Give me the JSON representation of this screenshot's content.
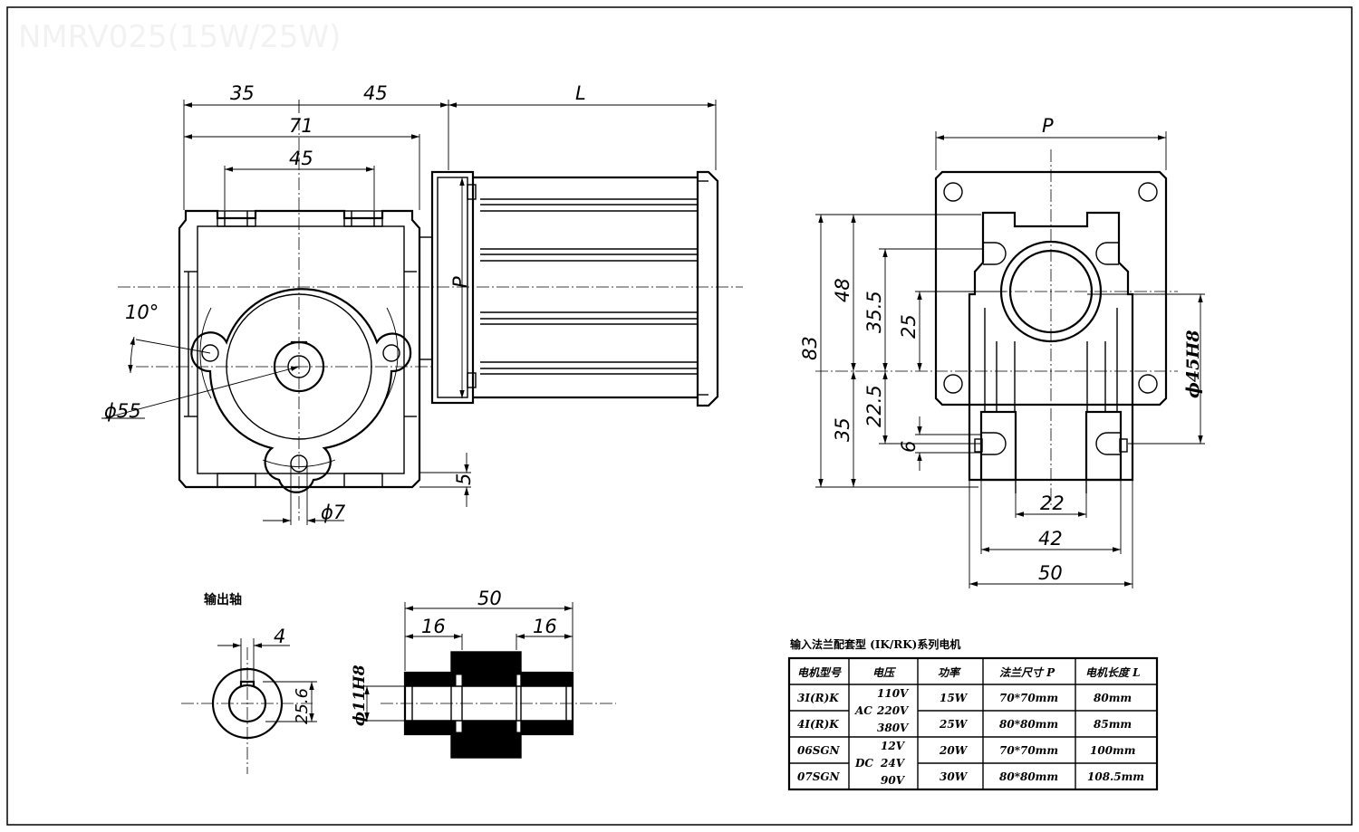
{
  "watermark_title": "NMRV025(15W/25W)",
  "front_view": {
    "dims": {
      "d35": "35",
      "d45_top": "45",
      "dL": "L",
      "d71": "71",
      "d45_inner": "45",
      "dP": "P",
      "angle": "10°",
      "dia55": "ϕ55",
      "dia7": "ϕ7",
      "d5": "5"
    }
  },
  "side_view": {
    "dims": {
      "dP": "P",
      "d48": "48",
      "d83": "83",
      "d35_5": "35.5",
      "d25": "25",
      "d22_5": "22.5",
      "d35": "35",
      "d6": "6",
      "d22": "22",
      "d42": "42",
      "d50": "50",
      "bore": "ϕ45H8"
    }
  },
  "shaft": {
    "title": "输出轴",
    "dims": {
      "d4": "4",
      "d25_6": "25.6",
      "bore": "ϕ11H8",
      "d50": "50",
      "d16a": "16",
      "d16b": "16"
    }
  },
  "motor_table": {
    "title": "输入法兰配套型 (IK/RK)系列电机",
    "headers": [
      "电机型号",
      "电压",
      "功率",
      "法兰尺寸 P",
      "电机长度 L"
    ],
    "rows": [
      {
        "model": "3I(R)K",
        "power": "15W",
        "flange": "70*70mm",
        "length": "80mm"
      },
      {
        "model": "4I(R)K",
        "power": "25W",
        "flange": "80*80mm",
        "length": "85mm"
      },
      {
        "model": "06SGN",
        "power": "20W",
        "flange": "70*70mm",
        "length": "100mm"
      },
      {
        "model": "07SGN",
        "power": "30W",
        "flange": "80*80mm",
        "length": "108.5mm"
      }
    ],
    "voltage_groups": [
      {
        "type": "AC",
        "values": [
          "110V",
          "220V",
          "380V"
        ]
      },
      {
        "type": "DC",
        "values": [
          "12V",
          "24V",
          "90V"
        ]
      }
    ]
  }
}
